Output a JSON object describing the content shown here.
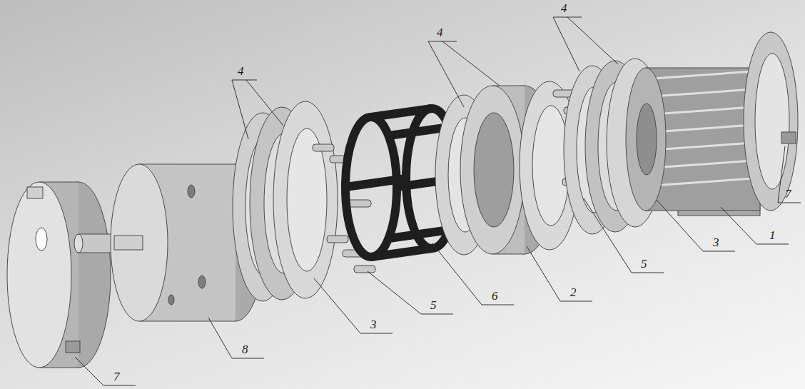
{
  "diagram": {
    "labels": [
      "4",
      "4",
      "4",
      "1",
      "7",
      "3",
      "5",
      "2",
      "6",
      "5",
      "3",
      "8",
      "7"
    ]
  }
}
